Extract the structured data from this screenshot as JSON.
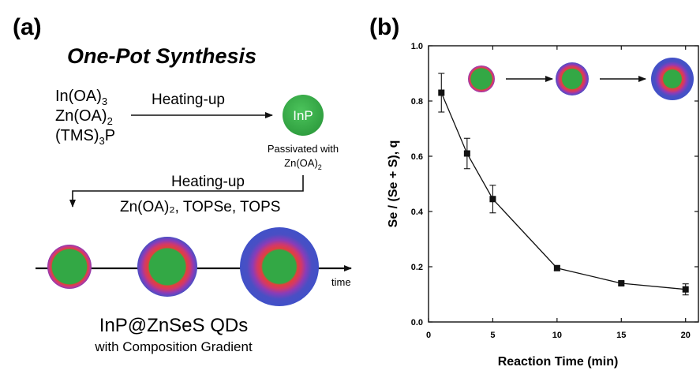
{
  "panel_a": {
    "label": "(a)",
    "title": "One-Pot Synthesis",
    "reagents": [
      {
        "main": "In(OA)",
        "sub": "3",
        "tail": ""
      },
      {
        "main": "Zn(OA)",
        "sub": "2",
        "tail": ""
      },
      {
        "main": "(TMS)",
        "sub": "3",
        "tail": "P"
      }
    ],
    "step1_label": "Heating-up",
    "core_label": "InP",
    "passivated_line1": "Passivated with",
    "passivated_main": "Zn(OA)",
    "passivated_sub": "2",
    "step2_label": "Heating-up",
    "step2_reagents": "Zn(OA)₂, TOPSe, TOPS",
    "time_label": "time",
    "qd_title": "InP@ZnSeS QDs",
    "qd_subtitle": "with Composition Gradient",
    "colors": {
      "core": "#33a845",
      "red": "#e0413a",
      "magenta": "#b8309a",
      "blue": "#4a4fc4"
    }
  },
  "chart_data": {
    "label": "(b)",
    "type": "scatter",
    "xlabel": "Reaction Time (min)",
    "ylabel": "Se / (Se + S), q",
    "xlim": [
      0,
      21
    ],
    "ylim": [
      0,
      1.0
    ],
    "x_ticks": [
      0,
      5,
      10,
      15,
      20
    ],
    "y_ticks": [
      "0.0",
      "0.2",
      "0.4",
      "0.6",
      "0.8",
      "1.0"
    ],
    "series": [
      {
        "x": [
          1,
          3,
          5,
          10,
          15,
          20
        ],
        "y": [
          0.83,
          0.61,
          0.445,
          0.195,
          0.14,
          0.118
        ],
        "err": [
          0.07,
          0.055,
          0.05,
          0.008,
          0.006,
          0.02
        ]
      }
    ],
    "marker": "square",
    "line": "connected",
    "grid": false
  }
}
